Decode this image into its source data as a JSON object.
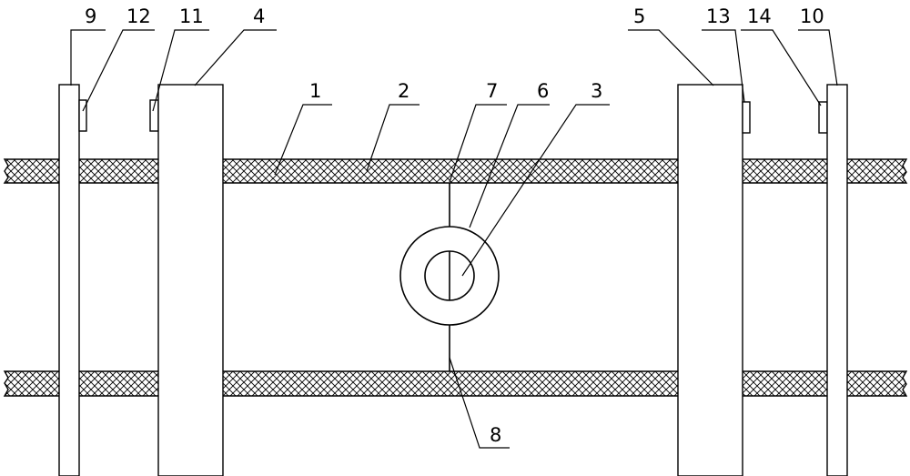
{
  "diagram": {
    "colors": {
      "stroke": "#000000",
      "background": "#ffffff",
      "hatch": "#000000"
    },
    "callouts": [
      {
        "id": "label-9",
        "text": "9"
      },
      {
        "id": "label-12",
        "text": "12"
      },
      {
        "id": "label-11",
        "text": "11"
      },
      {
        "id": "label-4",
        "text": "4"
      },
      {
        "id": "label-1",
        "text": "1"
      },
      {
        "id": "label-2",
        "text": "2"
      },
      {
        "id": "label-7",
        "text": "7"
      },
      {
        "id": "label-6",
        "text": "6"
      },
      {
        "id": "label-3",
        "text": "3"
      },
      {
        "id": "label-5",
        "text": "5"
      },
      {
        "id": "label-13",
        "text": "13"
      },
      {
        "id": "label-14",
        "text": "14"
      },
      {
        "id": "label-10",
        "text": "10"
      },
      {
        "id": "label-8",
        "text": "8"
      }
    ]
  }
}
